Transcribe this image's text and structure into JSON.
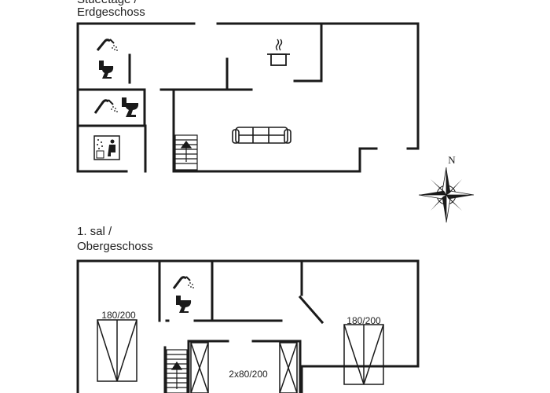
{
  "ground_floor": {
    "title_line1": "Stueetage /",
    "title_line2": "Erdgeschoss"
  },
  "upper_floor": {
    "title_line1": "1. sal /",
    "title_line2": "Obergeschoss",
    "bed_left": "180/200",
    "bed_right": "180/200",
    "bed_middle": "2x80/200"
  },
  "compass": {
    "north_label": "N"
  },
  "icons": [
    "shower-icon",
    "toilet-icon",
    "sauna-icon",
    "kitchen-pot-icon",
    "sofa-icon",
    "stairs-up-icon",
    "compass-rose-icon",
    "wardrobe-icon"
  ]
}
